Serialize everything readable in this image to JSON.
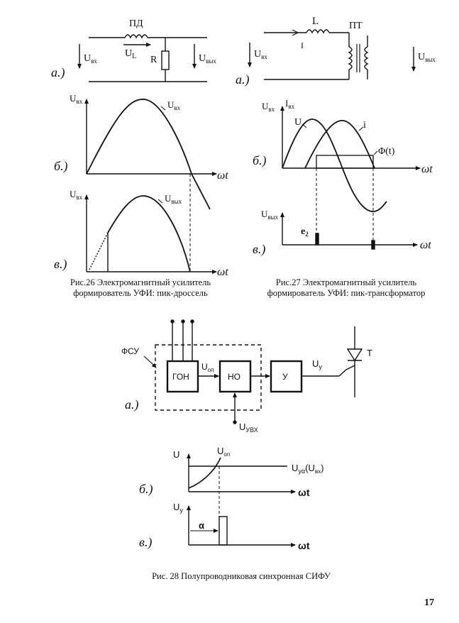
{
  "fig26": {
    "circuit": {
      "choke": "ПД",
      "ul": "U",
      "ul_sub": "L",
      "resistor": "R",
      "uin": "U",
      "uin_sub": "вх",
      "uout": "U",
      "uout_sub": "вых",
      "panel": "а.)"
    },
    "plot_b": {
      "ylabel": "U",
      "ylabel_sub": "вх",
      "curve": "U",
      "curve_sub": "вх",
      "xlabel": "ωt",
      "panel": "б.)"
    },
    "plot_v": {
      "ylabel": "U",
      "ylabel_sub": "вх",
      "curve": "U",
      "curve_sub": "вых",
      "xlabel": "ωt",
      "panel": "в.)"
    },
    "caption_line1": "Рис.26 Электромагнитный усилитель",
    "caption_line2": "формирователь УФИ: пик-дроссель"
  },
  "fig27": {
    "circuit": {
      "inductor": "L",
      "transformer": "ПТ",
      "current": "I",
      "uin": "U",
      "uin_sub": "вх",
      "uout": "U",
      "uout_sub": "вых",
      "panel": "а.)"
    },
    "plot_b": {
      "ylabel_u": "U",
      "ylabel_u_sub": "вх",
      "ylabel_i": "I",
      "ylabel_i_sub": "вх",
      "curve_u": "U",
      "curve_i": "i",
      "flux": "Φ(t)",
      "xlabel": "ωt",
      "panel": "б.)"
    },
    "plot_v": {
      "ylabel": "U",
      "ylabel_sub": "вых",
      "pulse": "e",
      "pulse_sub": "2",
      "xlabel": "ωt",
      "panel": "в.)"
    },
    "caption_line1": "Рис.27 Электромагнитный усилитель",
    "caption_line2": "формирователь УФИ: пик-трансформатор"
  },
  "fig28": {
    "block": {
      "fsu": "ФСУ",
      "gon": "ГОН",
      "no": "НО",
      "amp": "У",
      "uop": "U",
      "uop_sub": "оп",
      "uy": "U",
      "uy_sub": "у",
      "thyristor": "Т",
      "uyvx": "U",
      "uyvx_sub": "УВХ",
      "panel": "а.)"
    },
    "plot_b": {
      "ylabel": "U",
      "uop": "U",
      "uop_sub": "оп",
      "level": "U",
      "level_sub": "уα",
      "level_arg": "(U",
      "level_arg_sub": "вх",
      "level_close": ")",
      "xlabel": "ωt",
      "panel": "б.)"
    },
    "plot_v": {
      "ylabel": "U",
      "ylabel_sub": "у",
      "alpha": "α",
      "xlabel": "ωt",
      "panel": "в.)"
    },
    "caption": "Рис. 28 Полупроводниковая синхронная СИФУ"
  },
  "page_number": "17"
}
